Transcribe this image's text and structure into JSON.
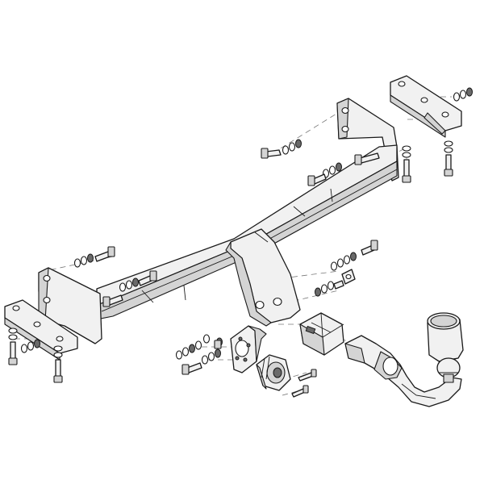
{
  "diagram": {
    "kind": "exploded assembly drawing",
    "background": "#ffffff",
    "line_color": "#1a1a1a",
    "fill_color": "#f1f1f1",
    "shade_color": "#d4d4d4",
    "parts": [
      "main-crossbar",
      "left-side-plate",
      "right-side-plate",
      "left-mounting-bracket",
      "right-mounting-bracket",
      "center-drop-plate",
      "tow-ball-neck",
      "ball-cap",
      "receiver-block",
      "socket-mounting-plate",
      "electrical-socket",
      "bolt-sets"
    ]
  }
}
